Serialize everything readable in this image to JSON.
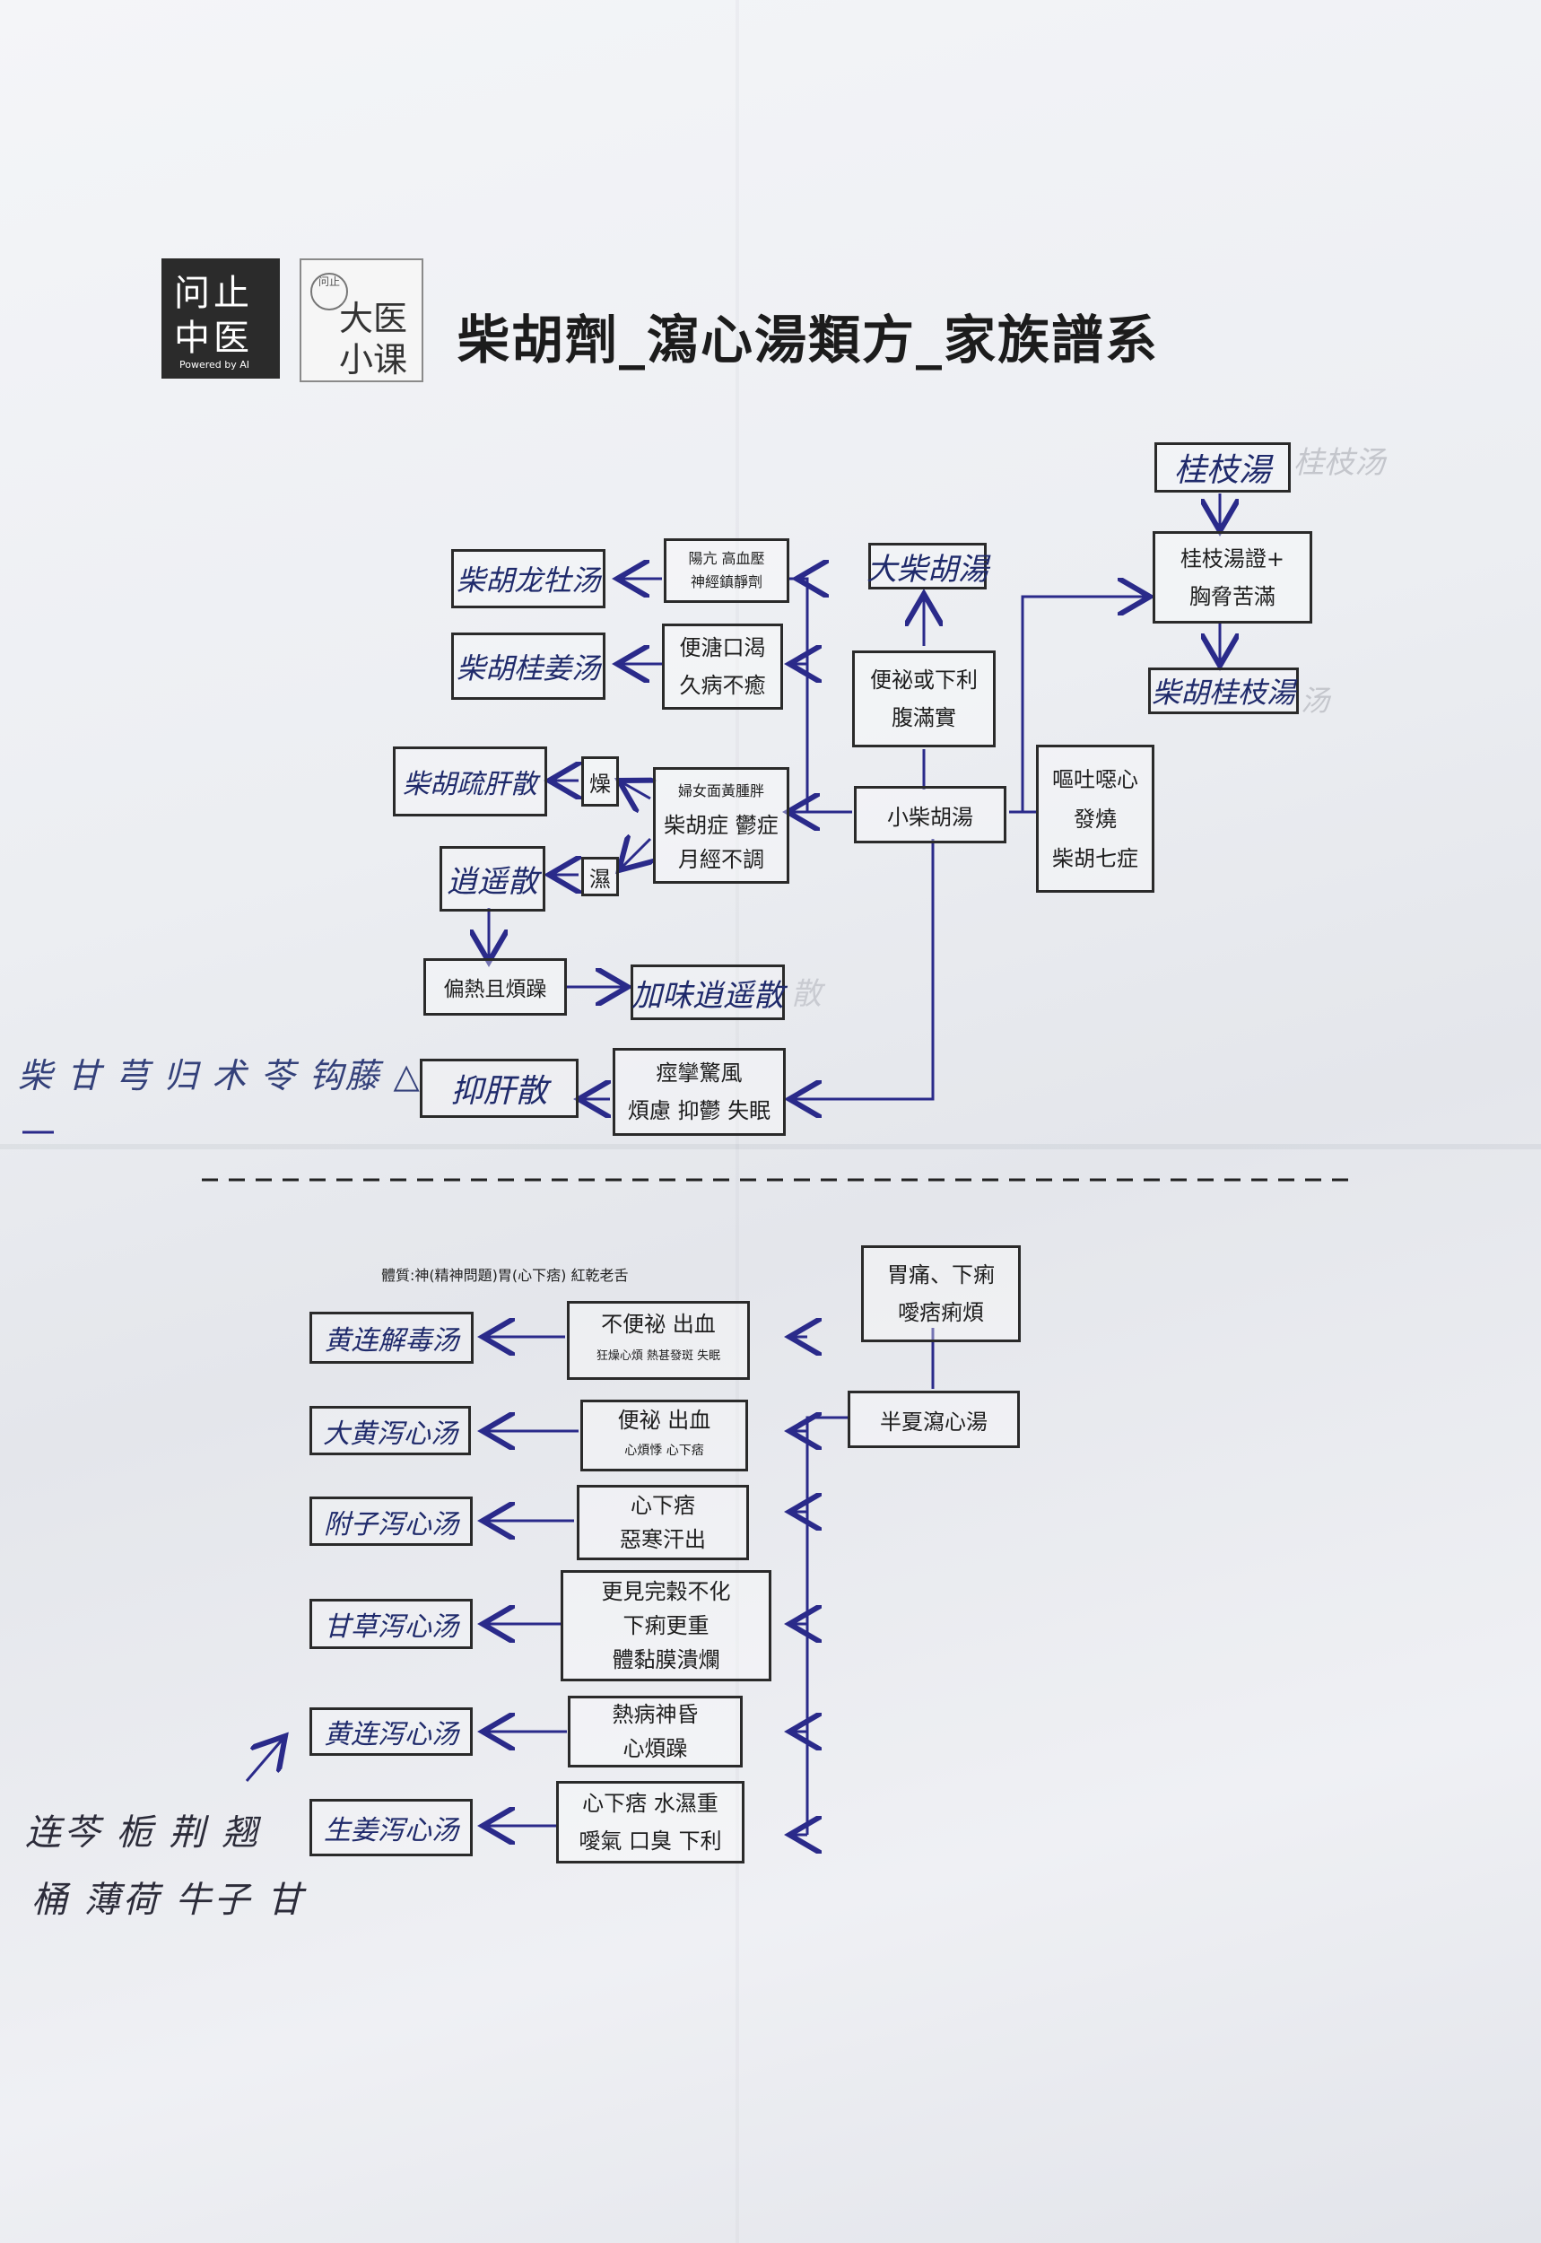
{
  "header": {
    "logo1_line1": "问止",
    "logo1_line2": "中医",
    "logo1_powered": "Powered by AI",
    "logo2_seal": "问止",
    "logo2_line1": "大医",
    "logo2_line2": "小课",
    "title": "柴胡劑_瀉心湯類方_家族譜系"
  },
  "top": {
    "xiao_chaihu": "小柴胡湯",
    "bianmi": [
      "便祕或下利",
      "腹滿實"
    ],
    "da_chaihu": "大柴胡湯",
    "outu": [
      "嘔吐噁心",
      "發燒",
      "柴胡七症"
    ],
    "guizhi_zheng": [
      "桂枝湯證+",
      "胸脅苦滿"
    ],
    "guizhi_tang": "桂枝湯",
    "guizhi_faint": "桂枝汤",
    "chaihu_guizhi_right": "柴胡桂枝湯",
    "chaihu_guizhi_right_faint": "汤",
    "yangkang": [
      "陽亢  高血壓",
      "神經鎮靜劑"
    ],
    "longgu": "柴胡龙牡汤",
    "bianqing": [
      "便溏口渴",
      "久病不癒"
    ],
    "guijiang": "柴胡桂姜汤",
    "funu": [
      "婦女面黃腫胖",
      "柴胡症 鬱症",
      "月經不調"
    ],
    "zao": "燥",
    "shi": "濕",
    "shugan": "柴胡疏肝散",
    "xiaoyao": "逍遥散",
    "pianre": "偏熱且煩躁",
    "jiawei": "加味逍遥散",
    "jiawei_faint": "散",
    "jingluan": [
      "痙攣驚風",
      "煩慮 抑鬱 失眠"
    ],
    "yigan": "抑肝散",
    "margin_note": "柴 甘  芎 归 术 苓  钩藤 △"
  },
  "bottom": {
    "tizhi": "體質:神(精神問題)胃(心下痞) 紅乾老舌",
    "weitong": [
      "胃痛、下痢",
      "噯痞痢煩"
    ],
    "banxia": "半夏瀉心湯",
    "rows": [
      {
        "cond": [
          "不便祕  出血",
          "狂燥心煩 熱甚發斑 失眠"
        ],
        "name": "黄连解毒汤"
      },
      {
        "cond": [
          "便祕  出血",
          "心煩悸 心下痞"
        ],
        "name": "大黄泻心汤"
      },
      {
        "cond": [
          "心下痞",
          "惡寒汗出"
        ],
        "name": "附子泻心汤"
      },
      {
        "cond": [
          "更見完穀不化",
          "下痢更重",
          "體黏膜潰爛"
        ],
        "name": "甘草泻心汤"
      },
      {
        "cond": [
          "熱病神昏",
          "心煩躁"
        ],
        "name": "黄连泻心汤"
      },
      {
        "cond": [
          "心下痞 水濕重",
          "噯氣 口臭 下利"
        ],
        "name": "生姜泻心汤"
      }
    ],
    "note1": "连芩 栀 荆 翘",
    "note2": "桶  薄荷  牛子 甘"
  }
}
